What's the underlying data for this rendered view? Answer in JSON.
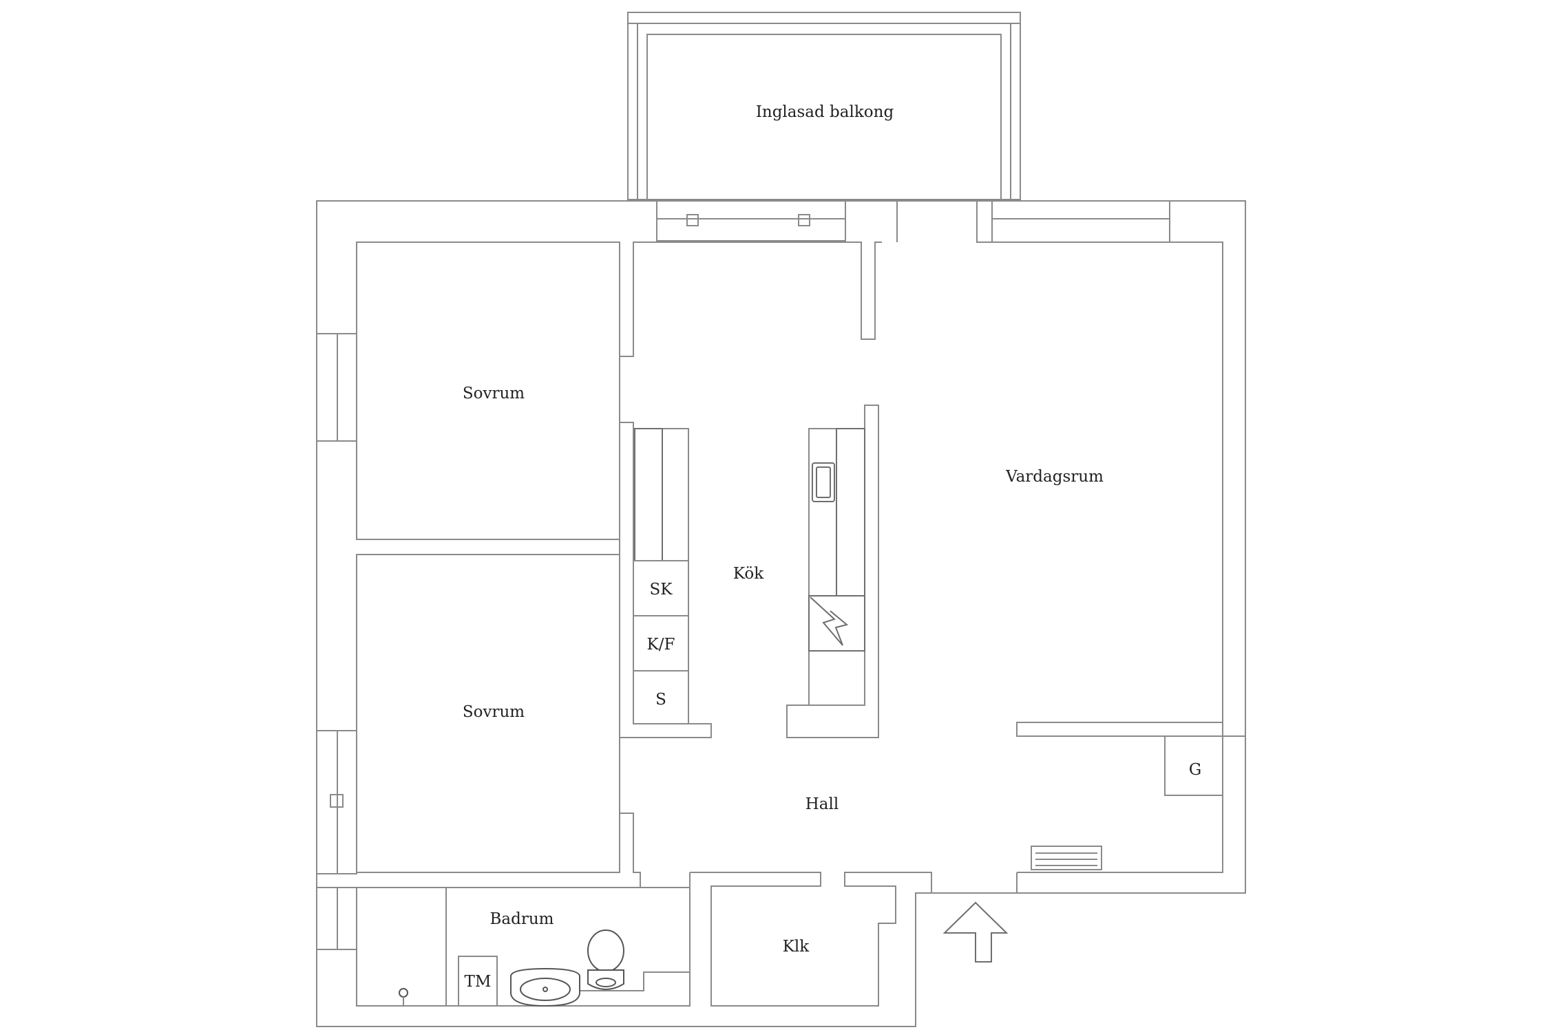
{
  "rooms": {
    "balcony": "Inglasad balkong",
    "bedroom_top": "Sovrum",
    "bedroom_bottom": "Sovrum",
    "kitchen": "Kök",
    "living_room": "Vardagsrum",
    "hall": "Hall",
    "bathroom": "Badrum",
    "closet": "Klk"
  },
  "fixtures": {
    "sk": "SK",
    "kf": "K/F",
    "s": "S",
    "g": "G",
    "tm": "TM"
  },
  "icons": [
    "entrance-arrow-icon",
    "toilet-icon",
    "washbasin-icon",
    "sink-icon",
    "stove-icon",
    "radiator-icon",
    "tap-icon"
  ]
}
